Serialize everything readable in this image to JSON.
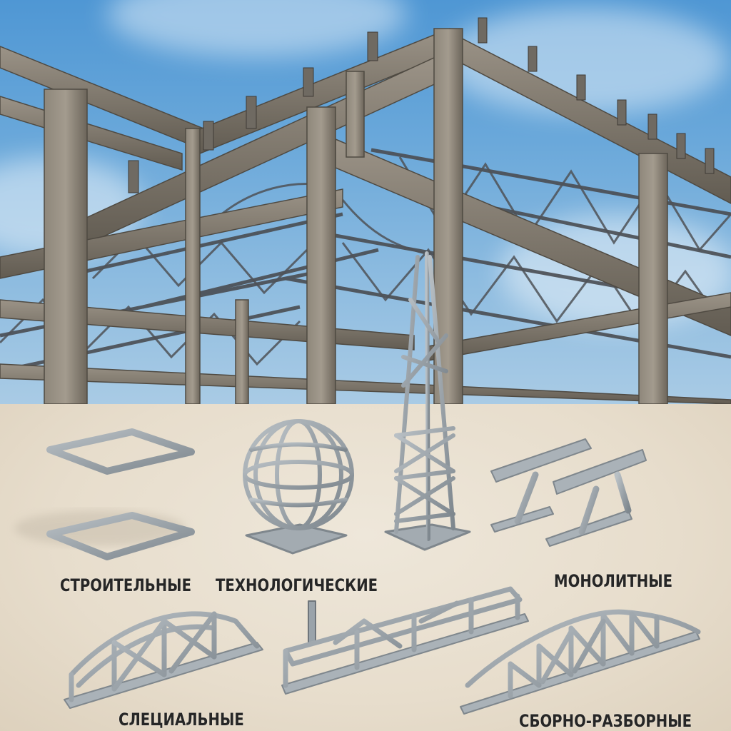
{
  "scene": {
    "top_panel": {
      "description": "Steel frame building structure against blue sky",
      "sky_color": "#5d9fd8",
      "steel_color": "#7d766a"
    },
    "bottom_panel": {
      "background_color": "#e8dfd0",
      "model_color": "#9aa3aa"
    }
  },
  "labels": [
    {
      "id": "construction",
      "text": "СТРОИТЕЛЬНЫЕ"
    },
    {
      "id": "technological",
      "text": "ТЕХНОЛОГИЧЕСКИЕ"
    },
    {
      "id": "monolithic",
      "text": "МОНОЛИТНЫЕ"
    },
    {
      "id": "special",
      "text": "СЛЕЦИАЛЬНЫЕ"
    },
    {
      "id": "prefab",
      "text": "СБОРНО-РАЗБОРНЫЕ"
    }
  ],
  "models": [
    {
      "id": "cube-frame",
      "name": "Cube frame"
    },
    {
      "id": "sphere-frame",
      "name": "Sphere on base"
    },
    {
      "id": "lattice-tower",
      "name": "Lattice tower"
    },
    {
      "id": "twin-beams",
      "name": "Twin truss beams"
    },
    {
      "id": "arched-truss",
      "name": "Arched truss"
    },
    {
      "id": "flat-truss",
      "name": "Flat truss with post"
    },
    {
      "id": "bowstring-truss",
      "name": "Bowstring truss"
    }
  ]
}
